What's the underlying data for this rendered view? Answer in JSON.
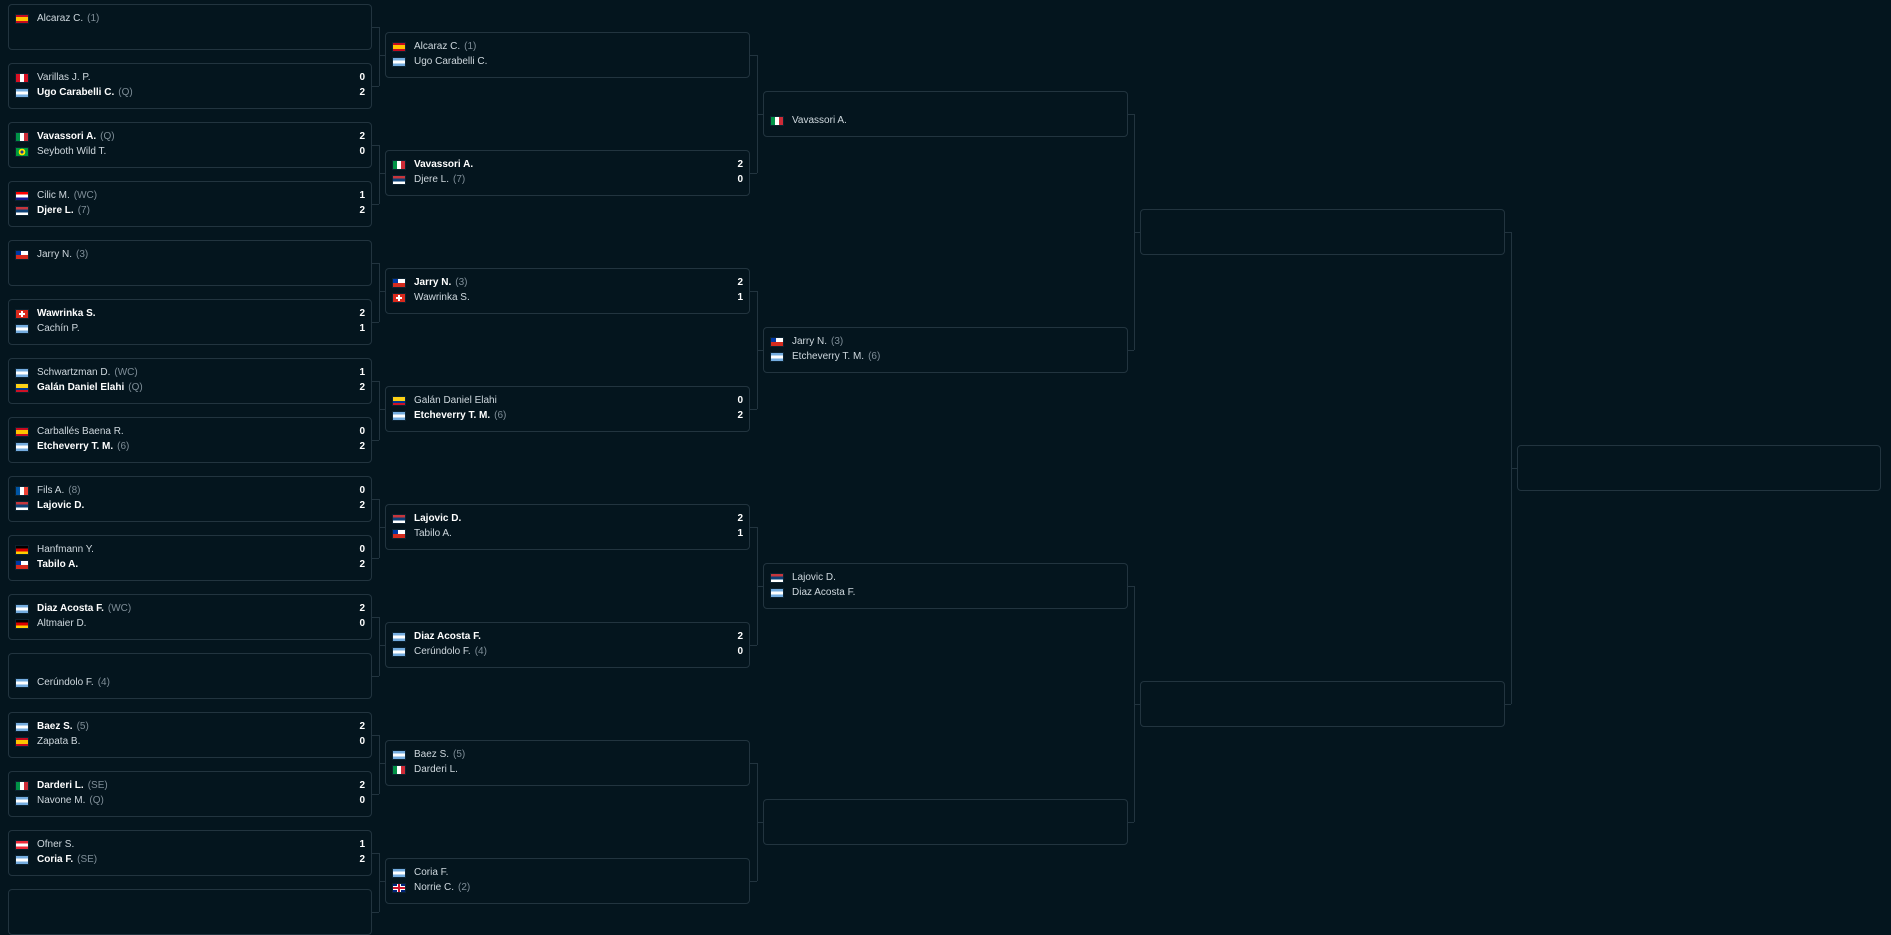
{
  "colors": {
    "background": "#04151e",
    "card_border": "#22343f",
    "text": "#cfd8de",
    "winner_text": "#ffffff",
    "seed_text": "#7f8e98"
  },
  "rounds": [
    {
      "name": "round-1",
      "matches": [
        {
          "players": [
            {
              "name": "Alcaraz C.",
              "seed": "(1)",
              "flag": "es",
              "winner": false,
              "score": ""
            },
            {
              "name": "",
              "seed": "",
              "flag": "",
              "winner": false,
              "score": ""
            }
          ]
        },
        {
          "players": [
            {
              "name": "Varillas J. P.",
              "seed": "",
              "flag": "pe",
              "winner": false,
              "score": "0"
            },
            {
              "name": "Ugo Carabelli C.",
              "seed": "(Q)",
              "flag": "ar",
              "winner": true,
              "score": "2"
            }
          ]
        },
        {
          "players": [
            {
              "name": "Vavassori A.",
              "seed": "(Q)",
              "flag": "it",
              "winner": true,
              "score": "2"
            },
            {
              "name": "Seyboth Wild T.",
              "seed": "",
              "flag": "br",
              "winner": false,
              "score": "0"
            }
          ]
        },
        {
          "players": [
            {
              "name": "Cilic M.",
              "seed": "(WC)",
              "flag": "hr",
              "winner": false,
              "score": "1"
            },
            {
              "name": "Djere L.",
              "seed": "(7)",
              "flag": "rs",
              "winner": true,
              "score": "2"
            }
          ]
        },
        {
          "players": [
            {
              "name": "Jarry N.",
              "seed": "(3)",
              "flag": "cl",
              "winner": false,
              "score": ""
            },
            {
              "name": "",
              "seed": "",
              "flag": "",
              "winner": false,
              "score": ""
            }
          ]
        },
        {
          "players": [
            {
              "name": "Wawrinka S.",
              "seed": "",
              "flag": "ch",
              "winner": true,
              "score": "2"
            },
            {
              "name": "Cachín P.",
              "seed": "",
              "flag": "ar",
              "winner": false,
              "score": "1"
            }
          ]
        },
        {
          "players": [
            {
              "name": "Schwartzman D.",
              "seed": "(WC)",
              "flag": "ar",
              "winner": false,
              "score": "1"
            },
            {
              "name": "Galán Daniel Elahi",
              "seed": "(Q)",
              "flag": "co",
              "winner": true,
              "score": "2"
            }
          ]
        },
        {
          "players": [
            {
              "name": "Carballés Baena R.",
              "seed": "",
              "flag": "es",
              "winner": false,
              "score": "0"
            },
            {
              "name": "Etcheverry T. M.",
              "seed": "(6)",
              "flag": "ar",
              "winner": true,
              "score": "2"
            }
          ]
        },
        {
          "players": [
            {
              "name": "Fils A.",
              "seed": "(8)",
              "flag": "fr",
              "winner": false,
              "score": "0"
            },
            {
              "name": "Lajovic D.",
              "seed": "",
              "flag": "rs",
              "winner": true,
              "score": "2"
            }
          ]
        },
        {
          "players": [
            {
              "name": "Hanfmann Y.",
              "seed": "",
              "flag": "de",
              "winner": false,
              "score": "0"
            },
            {
              "name": "Tabilo A.",
              "seed": "",
              "flag": "cl",
              "winner": true,
              "score": "2"
            }
          ]
        },
        {
          "players": [
            {
              "name": "Diaz Acosta F.",
              "seed": "(WC)",
              "flag": "ar",
              "winner": true,
              "score": "2"
            },
            {
              "name": "Altmaier D.",
              "seed": "",
              "flag": "de",
              "winner": false,
              "score": "0"
            }
          ]
        },
        {
          "players": [
            {
              "name": "",
              "seed": "",
              "flag": "",
              "winner": false,
              "score": ""
            },
            {
              "name": "Cerúndolo F.",
              "seed": "(4)",
              "flag": "ar",
              "winner": false,
              "score": ""
            }
          ]
        },
        {
          "players": [
            {
              "name": "Baez S.",
              "seed": "(5)",
              "flag": "ar",
              "winner": true,
              "score": "2"
            },
            {
              "name": "Zapata B.",
              "seed": "",
              "flag": "es",
              "winner": false,
              "score": "0"
            }
          ]
        },
        {
          "players": [
            {
              "name": "Darderi L.",
              "seed": "(SE)",
              "flag": "it",
              "winner": true,
              "score": "2"
            },
            {
              "name": "Navone M.",
              "seed": "(Q)",
              "flag": "ar",
              "winner": false,
              "score": "0"
            }
          ]
        },
        {
          "players": [
            {
              "name": "Ofner S.",
              "seed": "",
              "flag": "at",
              "winner": false,
              "score": "1"
            },
            {
              "name": "Coria F.",
              "seed": "(SE)",
              "flag": "ar",
              "winner": true,
              "score": "2"
            }
          ]
        },
        {
          "players": [
            {
              "name": "",
              "seed": "",
              "flag": "",
              "winner": false,
              "score": ""
            },
            {
              "name": "",
              "seed": "",
              "flag": "",
              "winner": false,
              "score": ""
            }
          ]
        }
      ]
    },
    {
      "name": "round-2",
      "matches": [
        {
          "players": [
            {
              "name": "Alcaraz C.",
              "seed": "(1)",
              "flag": "es",
              "winner": false,
              "score": ""
            },
            {
              "name": "Ugo Carabelli C.",
              "seed": "",
              "flag": "ar",
              "winner": false,
              "score": ""
            }
          ]
        },
        {
          "players": [
            {
              "name": "Vavassori A.",
              "seed": "",
              "flag": "it",
              "winner": true,
              "score": "2"
            },
            {
              "name": "Djere L.",
              "seed": "(7)",
              "flag": "rs",
              "winner": false,
              "score": "0"
            }
          ]
        },
        {
          "players": [
            {
              "name": "Jarry N.",
              "seed": "(3)",
              "flag": "cl",
              "winner": true,
              "score": "2"
            },
            {
              "name": "Wawrinka S.",
              "seed": "",
              "flag": "ch",
              "winner": false,
              "score": "1"
            }
          ]
        },
        {
          "players": [
            {
              "name": "Galán Daniel Elahi",
              "seed": "",
              "flag": "co",
              "winner": false,
              "score": "0"
            },
            {
              "name": "Etcheverry T. M.",
              "seed": "(6)",
              "flag": "ar",
              "winner": true,
              "score": "2"
            }
          ]
        },
        {
          "players": [
            {
              "name": "Lajovic D.",
              "seed": "",
              "flag": "rs",
              "winner": true,
              "score": "2"
            },
            {
              "name": "Tabilo A.",
              "seed": "",
              "flag": "cl",
              "winner": false,
              "score": "1"
            }
          ]
        },
        {
          "players": [
            {
              "name": "Diaz Acosta F.",
              "seed": "",
              "flag": "ar",
              "winner": true,
              "score": "2"
            },
            {
              "name": "Cerúndolo F.",
              "seed": "(4)",
              "flag": "ar",
              "winner": false,
              "score": "0"
            }
          ]
        },
        {
          "players": [
            {
              "name": "Baez S.",
              "seed": "(5)",
              "flag": "ar",
              "winner": false,
              "score": ""
            },
            {
              "name": "Darderi L.",
              "seed": "",
              "flag": "it",
              "winner": false,
              "score": ""
            }
          ]
        },
        {
          "players": [
            {
              "name": "Coria F.",
              "seed": "",
              "flag": "ar",
              "winner": false,
              "score": ""
            },
            {
              "name": "Norrie C.",
              "seed": "(2)",
              "flag": "gb",
              "winner": false,
              "score": ""
            }
          ]
        }
      ]
    },
    {
      "name": "quarterfinals",
      "matches": [
        {
          "players": [
            {
              "name": "",
              "seed": "",
              "flag": "",
              "winner": false,
              "score": ""
            },
            {
              "name": "Vavassori A.",
              "seed": "",
              "flag": "it",
              "winner": false,
              "score": ""
            }
          ]
        },
        {
          "players": [
            {
              "name": "Jarry N.",
              "seed": "(3)",
              "flag": "cl",
              "winner": false,
              "score": ""
            },
            {
              "name": "Etcheverry T. M.",
              "seed": "(6)",
              "flag": "ar",
              "winner": false,
              "score": ""
            }
          ]
        },
        {
          "players": [
            {
              "name": "Lajovic D.",
              "seed": "",
              "flag": "rs",
              "winner": false,
              "score": ""
            },
            {
              "name": "Diaz Acosta F.",
              "seed": "",
              "flag": "ar",
              "winner": false,
              "score": ""
            }
          ]
        },
        {
          "players": [
            {
              "name": "",
              "seed": "",
              "flag": "",
              "winner": false,
              "score": ""
            },
            {
              "name": "",
              "seed": "",
              "flag": "",
              "winner": false,
              "score": ""
            }
          ]
        }
      ]
    },
    {
      "name": "semifinals",
      "matches": [
        {
          "players": [
            {
              "name": "",
              "seed": "",
              "flag": "",
              "winner": false,
              "score": ""
            },
            {
              "name": "",
              "seed": "",
              "flag": "",
              "winner": false,
              "score": ""
            }
          ]
        },
        {
          "players": [
            {
              "name": "",
              "seed": "",
              "flag": "",
              "winner": false,
              "score": ""
            },
            {
              "name": "",
              "seed": "",
              "flag": "",
              "winner": false,
              "score": ""
            }
          ]
        }
      ]
    },
    {
      "name": "final",
      "matches": [
        {
          "players": [
            {
              "name": "",
              "seed": "",
              "flag": "",
              "winner": false,
              "score": ""
            },
            {
              "name": "",
              "seed": "",
              "flag": "",
              "winner": false,
              "score": ""
            }
          ]
        }
      ]
    }
  ]
}
